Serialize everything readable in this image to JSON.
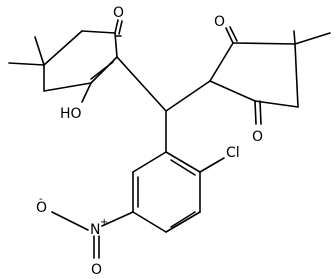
{
  "molecule": {
    "atom_labels": {
      "ketone_oxygen_left": "O",
      "hydroxyl": "HO",
      "ketone_oxygen_right_top": "O",
      "ketone_oxygen_right_bottom": "O",
      "chlorine": "Cl",
      "nitro_nitrogen": "N",
      "nitro_nitrogen_charge": "+",
      "nitro_oxygen_left": "O",
      "nitro_oxygen_left_charge": "-",
      "nitro_oxygen_bottom": "O"
    }
  }
}
